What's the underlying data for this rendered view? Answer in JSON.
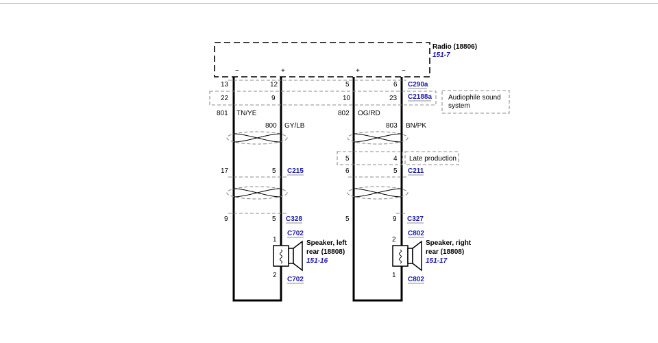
{
  "radio": {
    "name": "Radio (18806)",
    "ref": "151-7",
    "pin_neg_a": "−",
    "pin_pos_a": "+",
    "pin_pos_b": "+",
    "pin_neg_b": "−"
  },
  "connectors": {
    "c290a": {
      "label": "C290a",
      "pins": [
        "13",
        "12",
        "5",
        "6"
      ]
    },
    "c2188a": {
      "label": "C2188a",
      "pins": [
        "22",
        "9",
        "10",
        "23"
      ],
      "note": [
        "Audiophile sound",
        "system"
      ]
    },
    "late": {
      "pins": [
        "5",
        "4"
      ],
      "note": "Late production"
    },
    "c215": {
      "label": "C215",
      "pins": [
        "17",
        "5"
      ]
    },
    "c211": {
      "label": "C211",
      "pins": [
        "6",
        "5"
      ]
    },
    "c328": {
      "label": "C328",
      "pins": [
        "9",
        "5"
      ]
    },
    "c327": {
      "label": "C327",
      "pins": [
        "5",
        "9"
      ]
    }
  },
  "wires": {
    "w801": {
      "circuit": "801",
      "color": "TN/YE"
    },
    "w800": {
      "circuit": "800",
      "color": "GY/LB"
    },
    "w802": {
      "circuit": "802",
      "color": "OG/RD"
    },
    "w803": {
      "circuit": "803",
      "color": "BN/PK"
    }
  },
  "speaker_left": {
    "name_line1": "Speaker, left",
    "name_line2": "rear (18808)",
    "ref": "151-16",
    "conn_top": "C702",
    "conn_bottom": "C702",
    "pin_top": "1",
    "pin_bottom": "2"
  },
  "speaker_right": {
    "name_line1": "Speaker, right",
    "name_line2": "rear (18808)",
    "ref": "151-17",
    "conn_top": "C802",
    "conn_bottom": "C802",
    "pin_top": "2",
    "pin_bottom": "1"
  }
}
